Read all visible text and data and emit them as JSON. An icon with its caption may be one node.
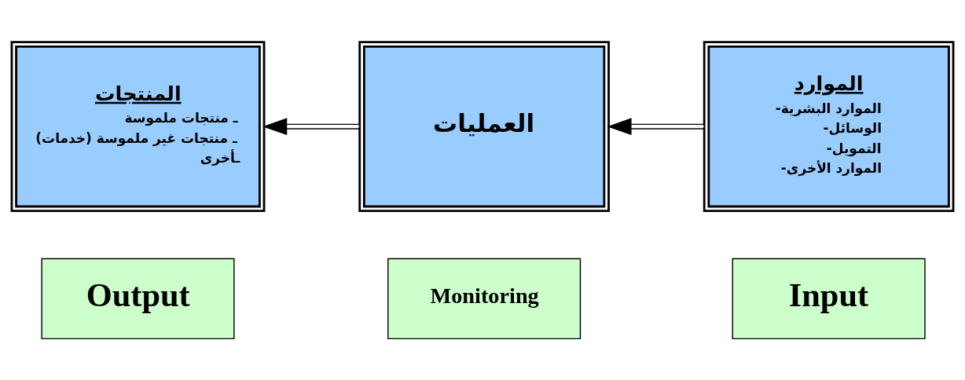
{
  "diagram": {
    "nodes": [
      {
        "text": [
          "Output"
        ]
      },
      {
        "text": [
          "Monitoring"
        ]
      },
      {
        "text": [
          "Input"
        ]
      },
      {
        "text": [
          "المنتجات",
          "ـ منتجات ملموسة",
          "ـ منتجات غير ملموسة (خدمات)",
          "ـأخرى"
        ]
      },
      {
        "text": [
          "العمليات"
        ]
      },
      {
        "text": [
          "الموارد",
          "-الموارد البشرية",
          "-الوسائل",
          "-التمويل",
          "-الموارد الأخرى"
        ]
      }
    ],
    "edges": [
      {
        "from": 5,
        "to": 4,
        "arrow": "to"
      },
      {
        "from": 4,
        "to": 3,
        "arrow": "to"
      }
    ]
  }
}
